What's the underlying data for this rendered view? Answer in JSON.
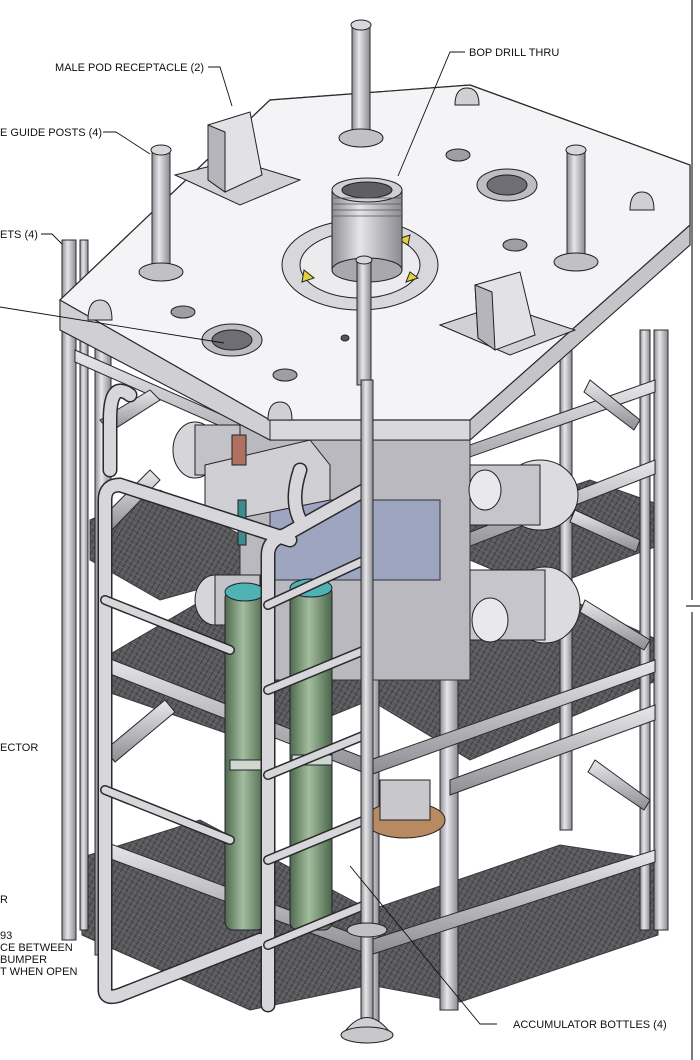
{
  "callouts": {
    "male_pod_receptacle": "MALE POD RECEPTACLE (2)",
    "bop_drill_thru": "BOP DRILL THRU",
    "guide_posts": "E GUIDE POSTS (4)",
    "ets": "ETS (4)",
    "ector": "ECTOR",
    "r": "R",
    "note_line1": "93",
    "note_line2": "CE BETWEEN",
    "note_line3": "BUMPER",
    "note_line4": "T WHEN OPEN",
    "accumulator_bottles": "ACCUMULATOR BOTTLES (4)"
  },
  "colors": {
    "steel": "#c9c9cd",
    "accumulator_green": "#7c9a7a",
    "accumulator_cap": "#4fb3b3",
    "copper": "#b07060",
    "yellow_marker": "#e6d23a"
  }
}
